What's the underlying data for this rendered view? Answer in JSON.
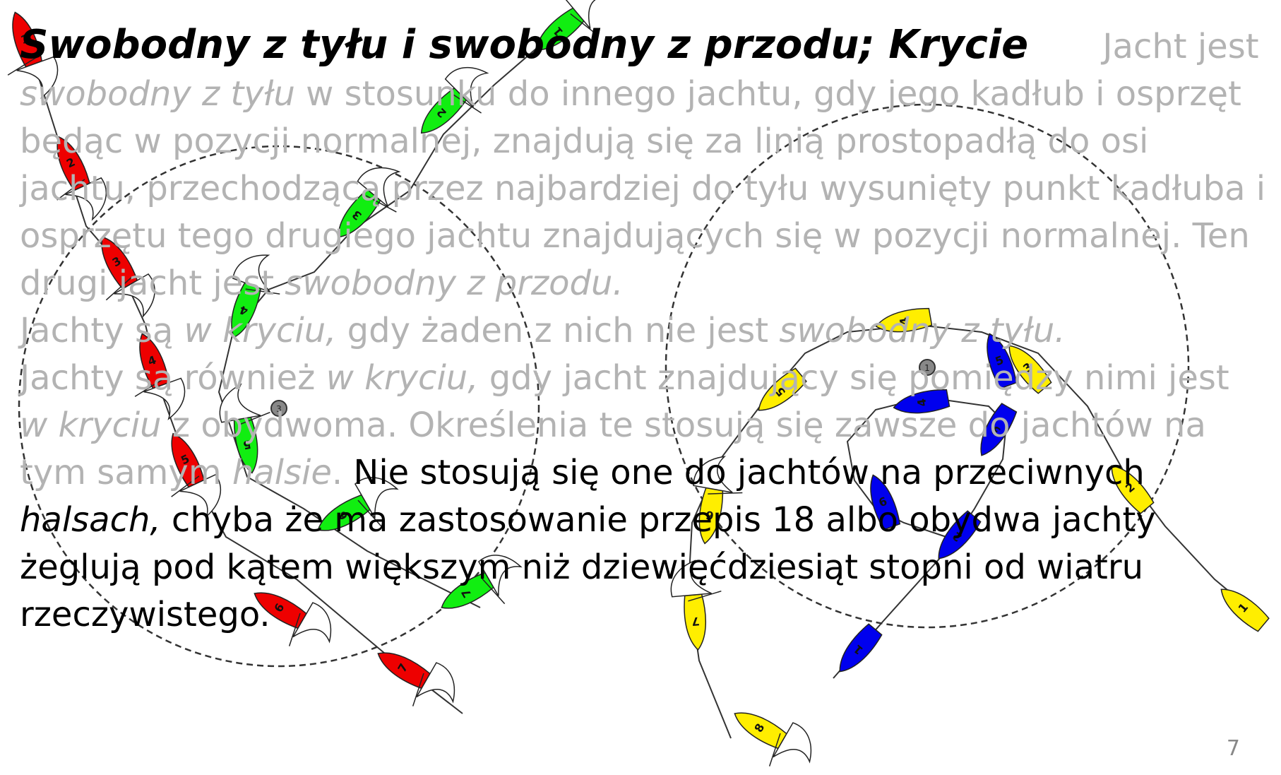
{
  "slide": {
    "title": "Swobodny z tyłu i swobodny z przodu; Krycie",
    "page_number": "7",
    "text": {
      "s1": "Jacht jest ",
      "s1_em": "swobodny z tyłu",
      "s2": " w stosunku do innego jachtu, gdy jego kadłub i osprzęt będąc w pozycji normalnej, znajdują się za linią prostopadłą do osi jachtu, przechodzącą przez najbardziej do tyłu wysunięty punkt kadłuba i osprzętu tego drugiego jachtu znajdujących się w pozycji normalnej. Ten drugi jacht jest ",
      "s2_em": "swobodny z przodu.",
      "s3": "Jachty są ",
      "s3_em": "w kryciu,",
      "s4": " gdy żaden z nich nie jest ",
      "s4_em": "swobodny z tyłu.",
      "s5": "Jachty są również ",
      "s5_em": "w kryciu,",
      "s6": " gdy jacht znajdujący się pomiędzy nimi jest ",
      "s6_em": "w kryciu",
      "s7": " z obydwoma. Określenia te stosują się zawsze do jachtów na tym samym ",
      "s7_em": "halsie",
      "s8": ". ",
      "d1": "Nie stosują się one do jachtów na przeciwnych ",
      "d1_em": "halsach,",
      "d2": " chyba że ma zastosowanie przepis 18 albo obydwa jachty żeglują pod kątem większym niż dziewięćdziesiąt stopni od wiatru rzeczywistego."
    }
  },
  "diagram": {
    "colors": {
      "red": "#ee0000",
      "green": "#11ee11",
      "yellow": "#ffee00",
      "blue": "#0000ee"
    },
    "marks": {
      "left": "3",
      "right": "1"
    },
    "left_group": {
      "red_labels": [
        "1",
        "2",
        "3",
        "4",
        "5",
        "6",
        "7"
      ],
      "green_labels": [
        "1",
        "2",
        "3",
        "4",
        "5",
        "6",
        "7"
      ]
    },
    "right_group": {
      "yellow_labels": [
        "1",
        "2",
        "3",
        "4",
        "5",
        "6",
        "7",
        "8"
      ],
      "blue_labels": [
        "1",
        "2",
        "3",
        "4",
        "5",
        "6"
      ]
    }
  }
}
